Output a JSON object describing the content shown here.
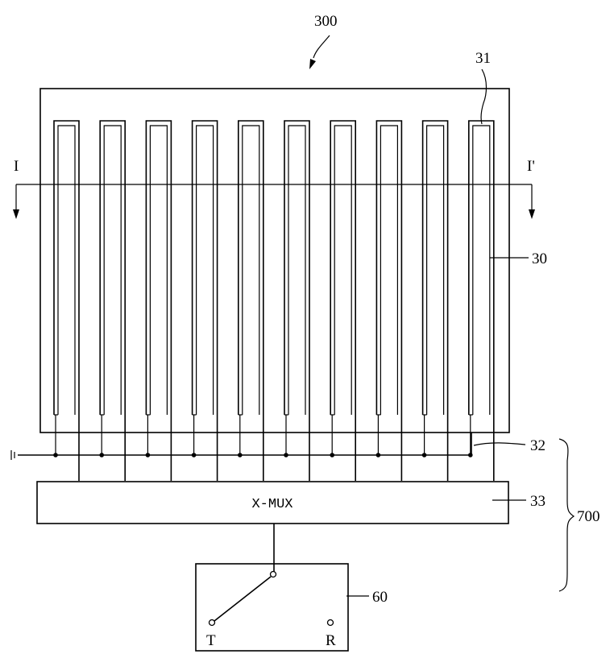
{
  "labels": {
    "device": "300",
    "electrode": "31",
    "panel": "30",
    "section_start": "I",
    "section_end": "I'",
    "bus_line": "32",
    "mux": "33",
    "group": "700",
    "switch": "60",
    "mux_text": "X-MUX",
    "terminal_t": "T",
    "terminal_r": "R"
  },
  "electrode_count": 10
}
